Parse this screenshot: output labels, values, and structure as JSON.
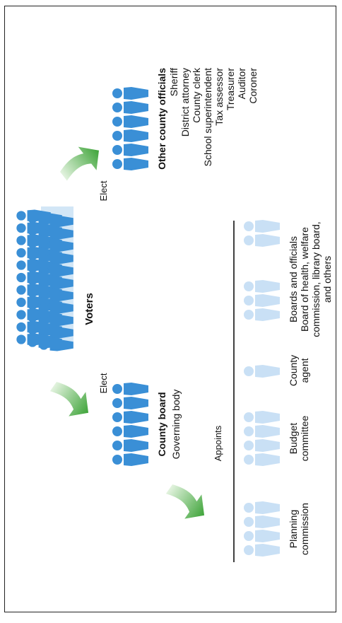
{
  "voters": {
    "label": "Voters"
  },
  "elect_left": "Elect",
  "elect_right": "Elect",
  "county_board": {
    "title": "County board",
    "subtitle": "Governing body"
  },
  "appoints": "Appoints",
  "other_officials": {
    "title": "Other county officials",
    "items": [
      "Sheriff",
      "District attorney",
      "County clerk",
      "School superintendent",
      "Tax assessor",
      "Treasurer",
      "Auditor",
      "Coroner"
    ]
  },
  "appointees": [
    {
      "lines": [
        "Planning",
        "commission"
      ]
    },
    {
      "lines": [
        "Budget",
        "committee"
      ]
    },
    {
      "lines": [
        "County",
        "agent"
      ]
    },
    {
      "lines": [
        "Boards and officials",
        "Board of health, welfare",
        "commission, library board,",
        "and others"
      ]
    }
  ],
  "colors": {
    "person_dark": "#3a8fd6",
    "person_light": "#c9e0f5",
    "arrow": "#4fae4a",
    "arrow_light": "#cfe9c9",
    "text": "#111111"
  }
}
